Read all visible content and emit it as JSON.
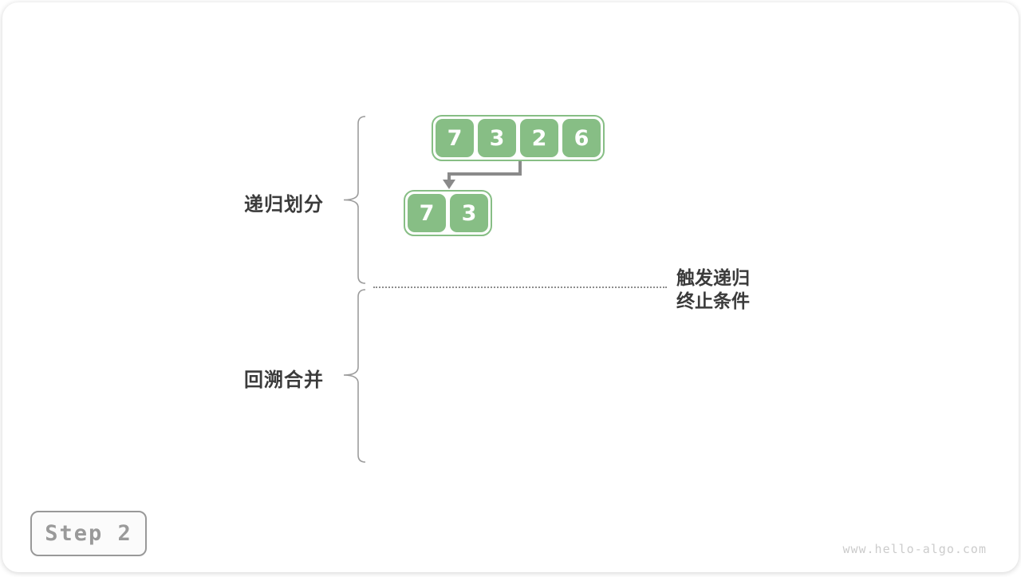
{
  "diagram": {
    "title_hint": "merge sort recursion figure",
    "arrays": {
      "parent": [
        "7",
        "3",
        "2",
        "6"
      ],
      "child": [
        "7",
        "3"
      ]
    },
    "labels": {
      "phase_divide": "递归划分",
      "phase_merge": "回溯合并",
      "termination_line1": "触发递归",
      "termination_line2": "终止条件"
    },
    "step_label": "Step 2",
    "watermark": "www.hello-algo.com",
    "colors": {
      "cell_green": "#87be85",
      "arrow_gray": "#8a8a8a",
      "brace_gray": "#9c9c9c",
      "label_dark": "#3b3b3b",
      "step_gray": "#9a9a9a",
      "watermark_gray": "#cccccc"
    }
  }
}
